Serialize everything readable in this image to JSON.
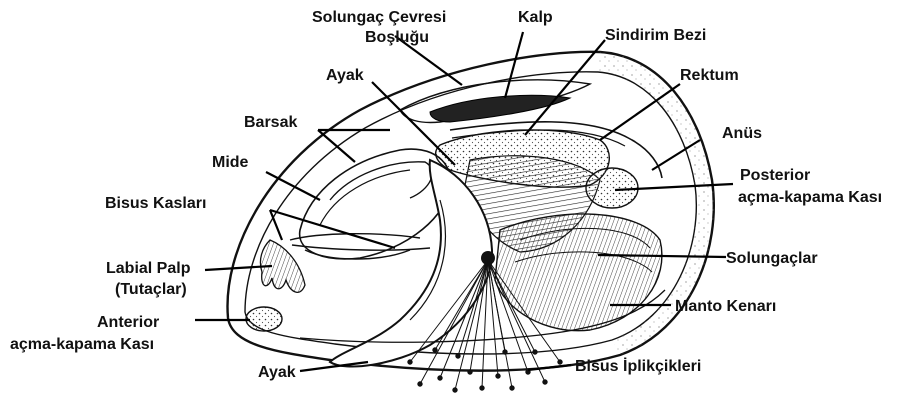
{
  "labels": {
    "solungac_cevresi_1": "Solungaç Çevresi",
    "solungac_cevresi_2": "Boşluğu",
    "kalp": "Kalp",
    "sindirim_bezi": "Sindirim Bezi",
    "ayak_top": "Ayak",
    "rektum": "Rektum",
    "barsak": "Barsak",
    "anus": "Anüs",
    "mide": "Mide",
    "posterior_1": "Posterior",
    "posterior_2": "açma-kapama Kası",
    "bisus_kaslari": "Bisus Kasları",
    "labial_1": "Labial Palp",
    "labial_2": "(Tutaçlar)",
    "solungaclar": "Solungaçlar",
    "anterior_1": "Anterior",
    "anterior_2": "açma-kapama Kası",
    "manto_kenari": "Manto Kenarı",
    "ayak_bottom": "Ayak",
    "bisus_iplikcikleri": "Bisus İplikçikleri"
  }
}
